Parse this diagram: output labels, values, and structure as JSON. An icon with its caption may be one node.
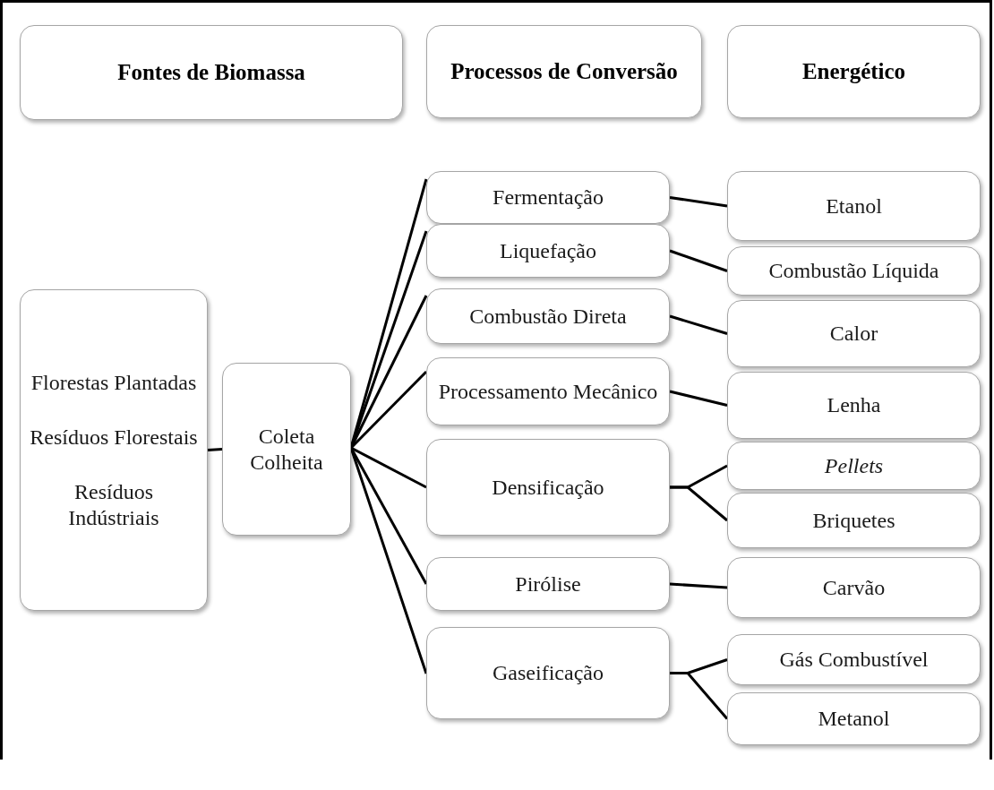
{
  "diagram": {
    "nodes": [
      {
        "text": [
          "Fontes de Biomassa"
        ]
      },
      {
        "text": [
          "Processos de Conversão"
        ]
      },
      {
        "text": [
          "Energético"
        ]
      },
      {
        "text": [
          "Florestas Plantadas",
          "Resíduos Florestais",
          "Resíduos Indústriais"
        ]
      },
      {
        "text": [
          "Coleta Colheita"
        ]
      },
      {
        "text": [
          "Fermentação"
        ]
      },
      {
        "text": [
          "Etanol"
        ]
      },
      {
        "text": [
          "Liquefação"
        ]
      },
      {
        "text": [
          "Combustão Líquida"
        ]
      },
      {
        "text": [
          "Combustão Direta"
        ]
      },
      {
        "text": [
          "Calor"
        ]
      },
      {
        "text": [
          "Processamento Mecânico"
        ]
      },
      {
        "text": [
          "Lenha"
        ]
      },
      {
        "text": [
          "Densificação"
        ]
      },
      {
        "text": [
          "Pellets"
        ]
      },
      {
        "text": [
          "Briquetes"
        ]
      },
      {
        "text": [
          "Pirólise"
        ]
      },
      {
        "text": [
          "Carvão"
        ]
      },
      {
        "text": [
          "Gaseificação"
        ]
      },
      {
        "text": [
          "Gás Combustível"
        ]
      },
      {
        "text": [
          "Metanol"
        ]
      }
    ],
    "edges": [
      {
        "from": 3,
        "to": 4,
        "arrow": "none"
      },
      {
        "from": 4,
        "to": 5,
        "arrow": "none"
      },
      {
        "from": 4,
        "to": 7,
        "arrow": "none"
      },
      {
        "from": 4,
        "to": 9,
        "arrow": "none"
      },
      {
        "from": 4,
        "to": 11,
        "arrow": "none"
      },
      {
        "from": 4,
        "to": 13,
        "arrow": "none"
      },
      {
        "from": 4,
        "to": 16,
        "arrow": "none"
      },
      {
        "from": 4,
        "to": 18,
        "arrow": "none"
      },
      {
        "from": 5,
        "to": 6,
        "arrow": "none"
      },
      {
        "from": 7,
        "to": 8,
        "arrow": "none"
      },
      {
        "from": 9,
        "to": 10,
        "arrow": "none"
      },
      {
        "from": 11,
        "to": 12,
        "arrow": "none"
      },
      {
        "from": 13,
        "to": 14,
        "arrow": "none"
      },
      {
        "from": 13,
        "to": 15,
        "arrow": "none"
      },
      {
        "from": 16,
        "to": 17,
        "arrow": "none"
      },
      {
        "from": 18,
        "to": 19,
        "arrow": "none"
      },
      {
        "from": 18,
        "to": 20,
        "arrow": "none"
      }
    ]
  }
}
